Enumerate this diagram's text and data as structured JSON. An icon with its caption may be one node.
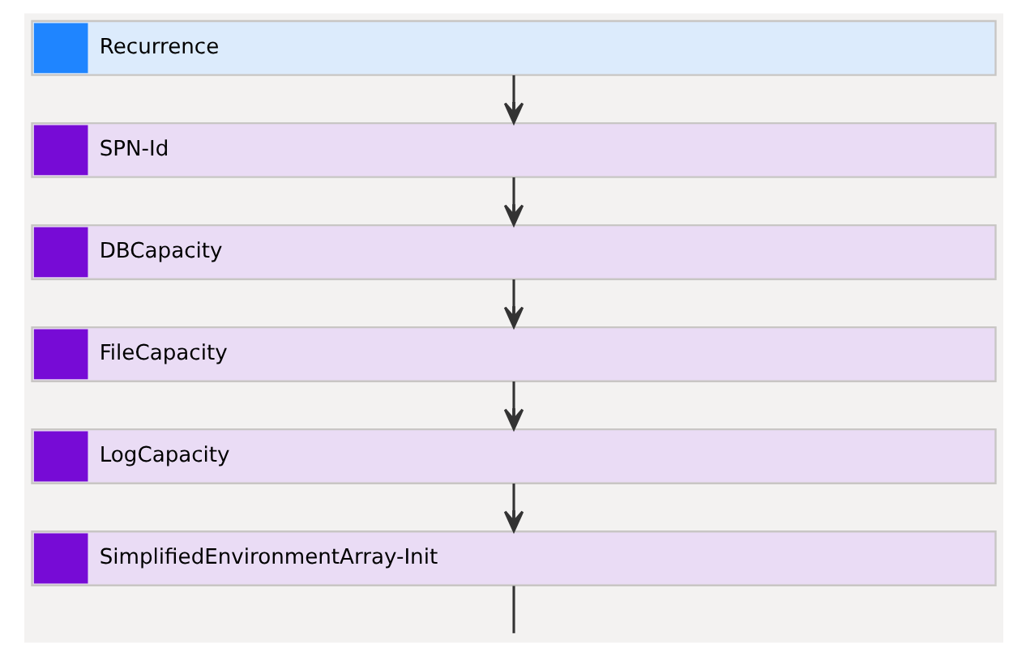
{
  "diagram": {
    "nodes": [
      {
        "text": [
          "Recurrence"
        ]
      },
      {
        "text": [
          "SPN-Id"
        ]
      },
      {
        "text": [
          "DBCapacity"
        ]
      },
      {
        "text": [
          "FileCapacity"
        ]
      },
      {
        "text": [
          "LogCapacity"
        ]
      },
      {
        "text": [
          "SimplifiedEnvironmentArray-Init"
        ]
      }
    ],
    "edges": [
      {
        "from": 0,
        "to": 1,
        "arrow": "to"
      },
      {
        "from": 1,
        "to": 2,
        "arrow": "to"
      },
      {
        "from": 2,
        "to": 3,
        "arrow": "to"
      },
      {
        "from": 3,
        "to": 4,
        "arrow": "to"
      },
      {
        "from": 4,
        "to": 5,
        "arrow": "to"
      },
      {
        "from": 5,
        "to": null,
        "arrow": "none"
      }
    ]
  }
}
